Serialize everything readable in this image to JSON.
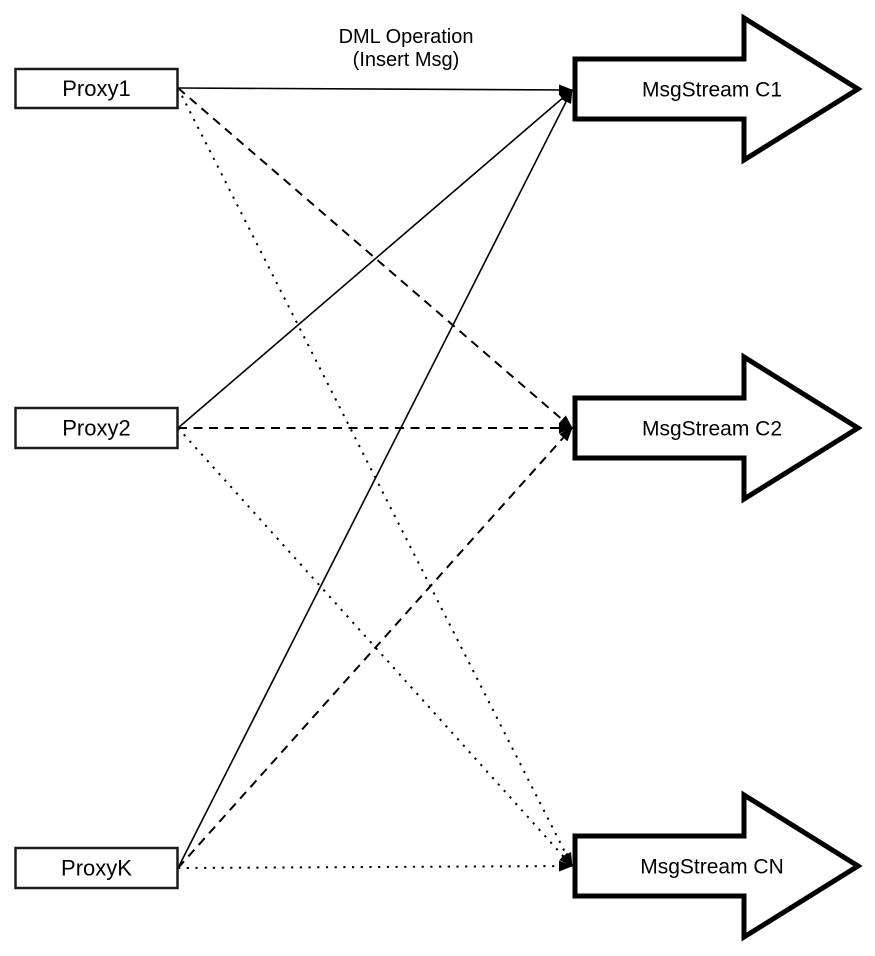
{
  "diagram": {
    "title_label": {
      "line1": "DML Operation",
      "line2": "(Insert Msg)"
    },
    "proxies": [
      {
        "id": "proxy1",
        "label": "Proxy1"
      },
      {
        "id": "proxy2",
        "label": "Proxy2"
      },
      {
        "id": "proxyK",
        "label": "ProxyK"
      }
    ],
    "streams": [
      {
        "id": "c1",
        "label": "MsgStream C1"
      },
      {
        "id": "c2",
        "label": "MsgStream C2"
      },
      {
        "id": "cN",
        "label": "MsgStream CN"
      }
    ],
    "edges": [
      {
        "from": "proxy1",
        "to": "c1",
        "style": "solid"
      },
      {
        "from": "proxy1",
        "to": "c2",
        "style": "dashed"
      },
      {
        "from": "proxy1",
        "to": "cN",
        "style": "dotted"
      },
      {
        "from": "proxy2",
        "to": "c1",
        "style": "solid"
      },
      {
        "from": "proxy2",
        "to": "c2",
        "style": "dashed"
      },
      {
        "from": "proxy2",
        "to": "cN",
        "style": "dotted"
      },
      {
        "from": "proxyK",
        "to": "c1",
        "style": "solid"
      },
      {
        "from": "proxyK",
        "to": "c2",
        "style": "dashed"
      },
      {
        "from": "proxyK",
        "to": "cN",
        "style": "dotted"
      }
    ],
    "colors": {
      "line": "#000000",
      "shape_fill": "#ffffff",
      "background": "#ffffff"
    }
  }
}
